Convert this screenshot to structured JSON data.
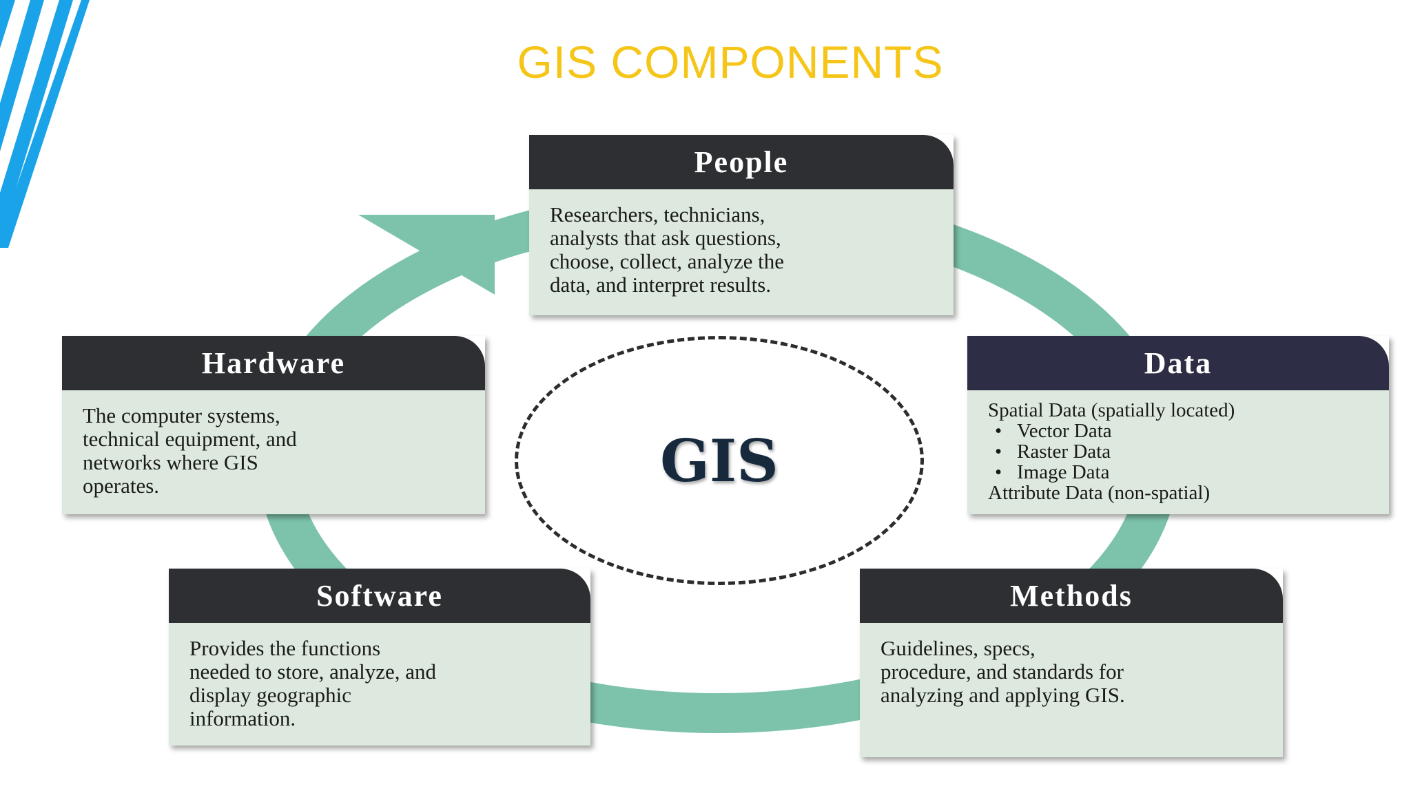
{
  "title": "GIS COMPONENTS",
  "center_label": "GIS",
  "colors": {
    "title": "#f5c518",
    "accent_stripes": "#1aa3e8",
    "ring": "#7dc3ac",
    "card_header": "#2d2f33",
    "card_body": "#dde9de",
    "center_text": "#17293d"
  },
  "cards": {
    "people": {
      "heading": "People",
      "lines": [
        "Researchers, technicians,",
        "analysts that ask questions,",
        "choose, collect, analyze the",
        "data, and interpret results."
      ]
    },
    "data": {
      "heading": "Data",
      "intro": "Spatial Data (spatially located)",
      "items": [
        "Vector Data",
        "Raster Data",
        "Image Data"
      ],
      "outro": "Attribute Data (non-spatial)"
    },
    "hardware": {
      "heading": "Hardware",
      "lines": [
        "The computer systems,",
        "technical equipment, and",
        "networks where GIS",
        "operates."
      ]
    },
    "software": {
      "heading": "Software",
      "lines": [
        "Provides the functions",
        "needed to store, analyze, and",
        "display geographic",
        "information."
      ]
    },
    "methods": {
      "heading": "Methods",
      "lines": [
        "Guidelines, specs,",
        "procedure, and standards for",
        "analyzing and applying GIS."
      ]
    }
  }
}
